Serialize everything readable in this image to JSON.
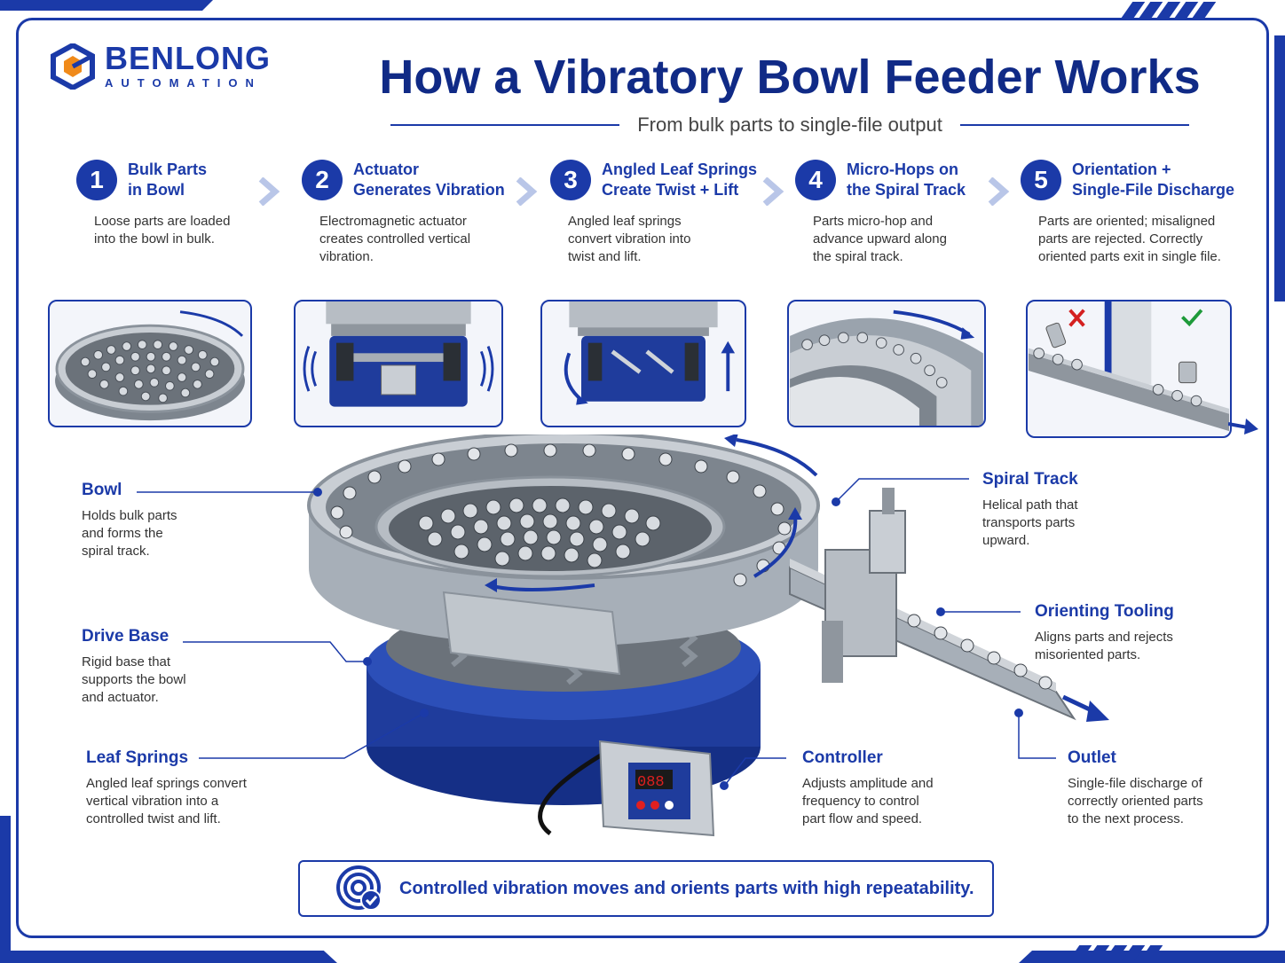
{
  "brand": {
    "name": "BENLONG",
    "tagline": "AUTOMATION"
  },
  "title": "How a Vibratory Bowl Feeder Works",
  "subtitle": "From bulk parts to single-file output",
  "steps": [
    {
      "num": "1",
      "title_l1": "Bulk Parts",
      "title_l2": "in Bowl",
      "desc": "Loose parts are loaded into the bowl in bulk."
    },
    {
      "num": "2",
      "title_l1": "Actuator",
      "title_l2": "Generates Vibration",
      "desc": "Electromagnetic actuator creates controlled vertical vibration."
    },
    {
      "num": "3",
      "title_l1": "Angled Leaf Springs",
      "title_l2": "Create Twist + Lift",
      "desc": "Angled leaf springs convert vibration into twist and lift."
    },
    {
      "num": "4",
      "title_l1": "Micro-Hops on",
      "title_l2": "the Spiral Track",
      "desc": "Parts micro-hop and advance upward along the spiral track."
    },
    {
      "num": "5",
      "title_l1": "Orientation +",
      "title_l2": "Single-File Discharge",
      "desc": "Parts are oriented; misaligned parts are rejected. Correctly oriented parts exit in single file."
    }
  ],
  "callouts": {
    "bowl": {
      "title": "Bowl",
      "desc": "Holds bulk parts and forms the spiral track."
    },
    "drive_base": {
      "title": "Drive Base",
      "desc": "Rigid base that supports the bowl and actuator."
    },
    "leaf_springs": {
      "title": "Leaf Springs",
      "desc": "Angled leaf springs convert vertical vibration into a controlled twist and lift."
    },
    "spiral_track": {
      "title": "Spiral Track",
      "desc": "Helical path that transports parts upward."
    },
    "orienting_tooling": {
      "title": "Orienting Tooling",
      "desc": "Aligns parts and rejects misoriented parts."
    },
    "controller": {
      "title": "Controller",
      "desc": "Adjusts amplitude and frequency to control part flow and speed."
    },
    "outlet": {
      "title": "Outlet",
      "desc": "Single-file discharge of correctly oriented parts to the next process."
    }
  },
  "banner": "Controlled vibration moves and orients parts with high repeatability.",
  "controller_display": "088",
  "colors": {
    "brand_blue": "#1b3aa8",
    "title_navy": "#102a86",
    "accept_green": "#1e9a3a",
    "reject_red": "#d42020",
    "steel": "#9aa3ad"
  }
}
